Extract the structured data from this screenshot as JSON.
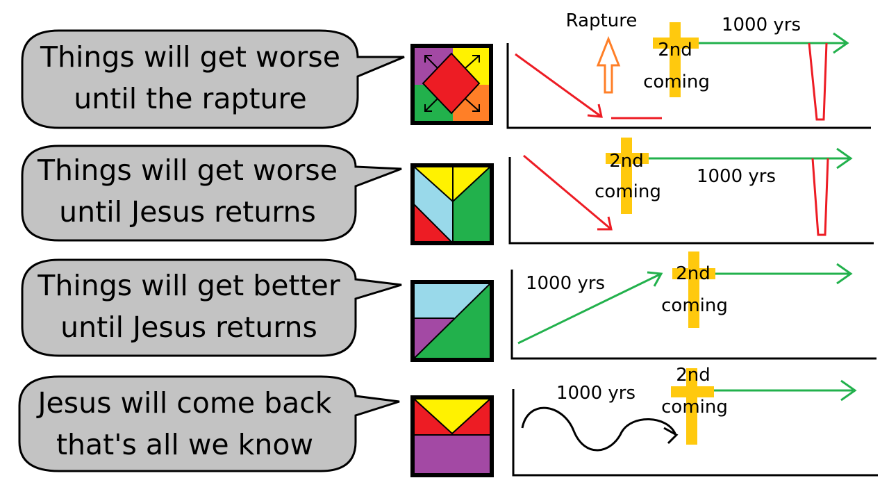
{
  "colors": {
    "red": "#ed1c24",
    "yellow": "#fff200",
    "green": "#22b14c",
    "purple": "#a349a4",
    "orange": "#ff7f27",
    "light_blue": "#99d9ea",
    "gold": "#ffc90e",
    "bubble_gray": "#c3c3c3"
  },
  "rows": [
    {
      "line1": "Things will get worse",
      "line2": "until the rapture",
      "labels": {
        "rapture": "Rapture",
        "thousand_years": "1000 yrs",
        "second": "2nd",
        "coming": "coming"
      }
    },
    {
      "line1": "Things will get worse",
      "line2": "until Jesus returns",
      "labels": {
        "second": "2nd",
        "coming": "coming",
        "thousand_years": "1000 yrs"
      }
    },
    {
      "line1": "Things will get better",
      "line2": "until Jesus returns",
      "labels": {
        "thousand_years": "1000 yrs",
        "second": "2nd",
        "coming": "coming"
      }
    },
    {
      "line1": "Jesus will come back",
      "line2": "that's all we know",
      "labels": {
        "thousand_years": "1000 yrs",
        "second": "2nd",
        "coming": "coming"
      }
    }
  ]
}
